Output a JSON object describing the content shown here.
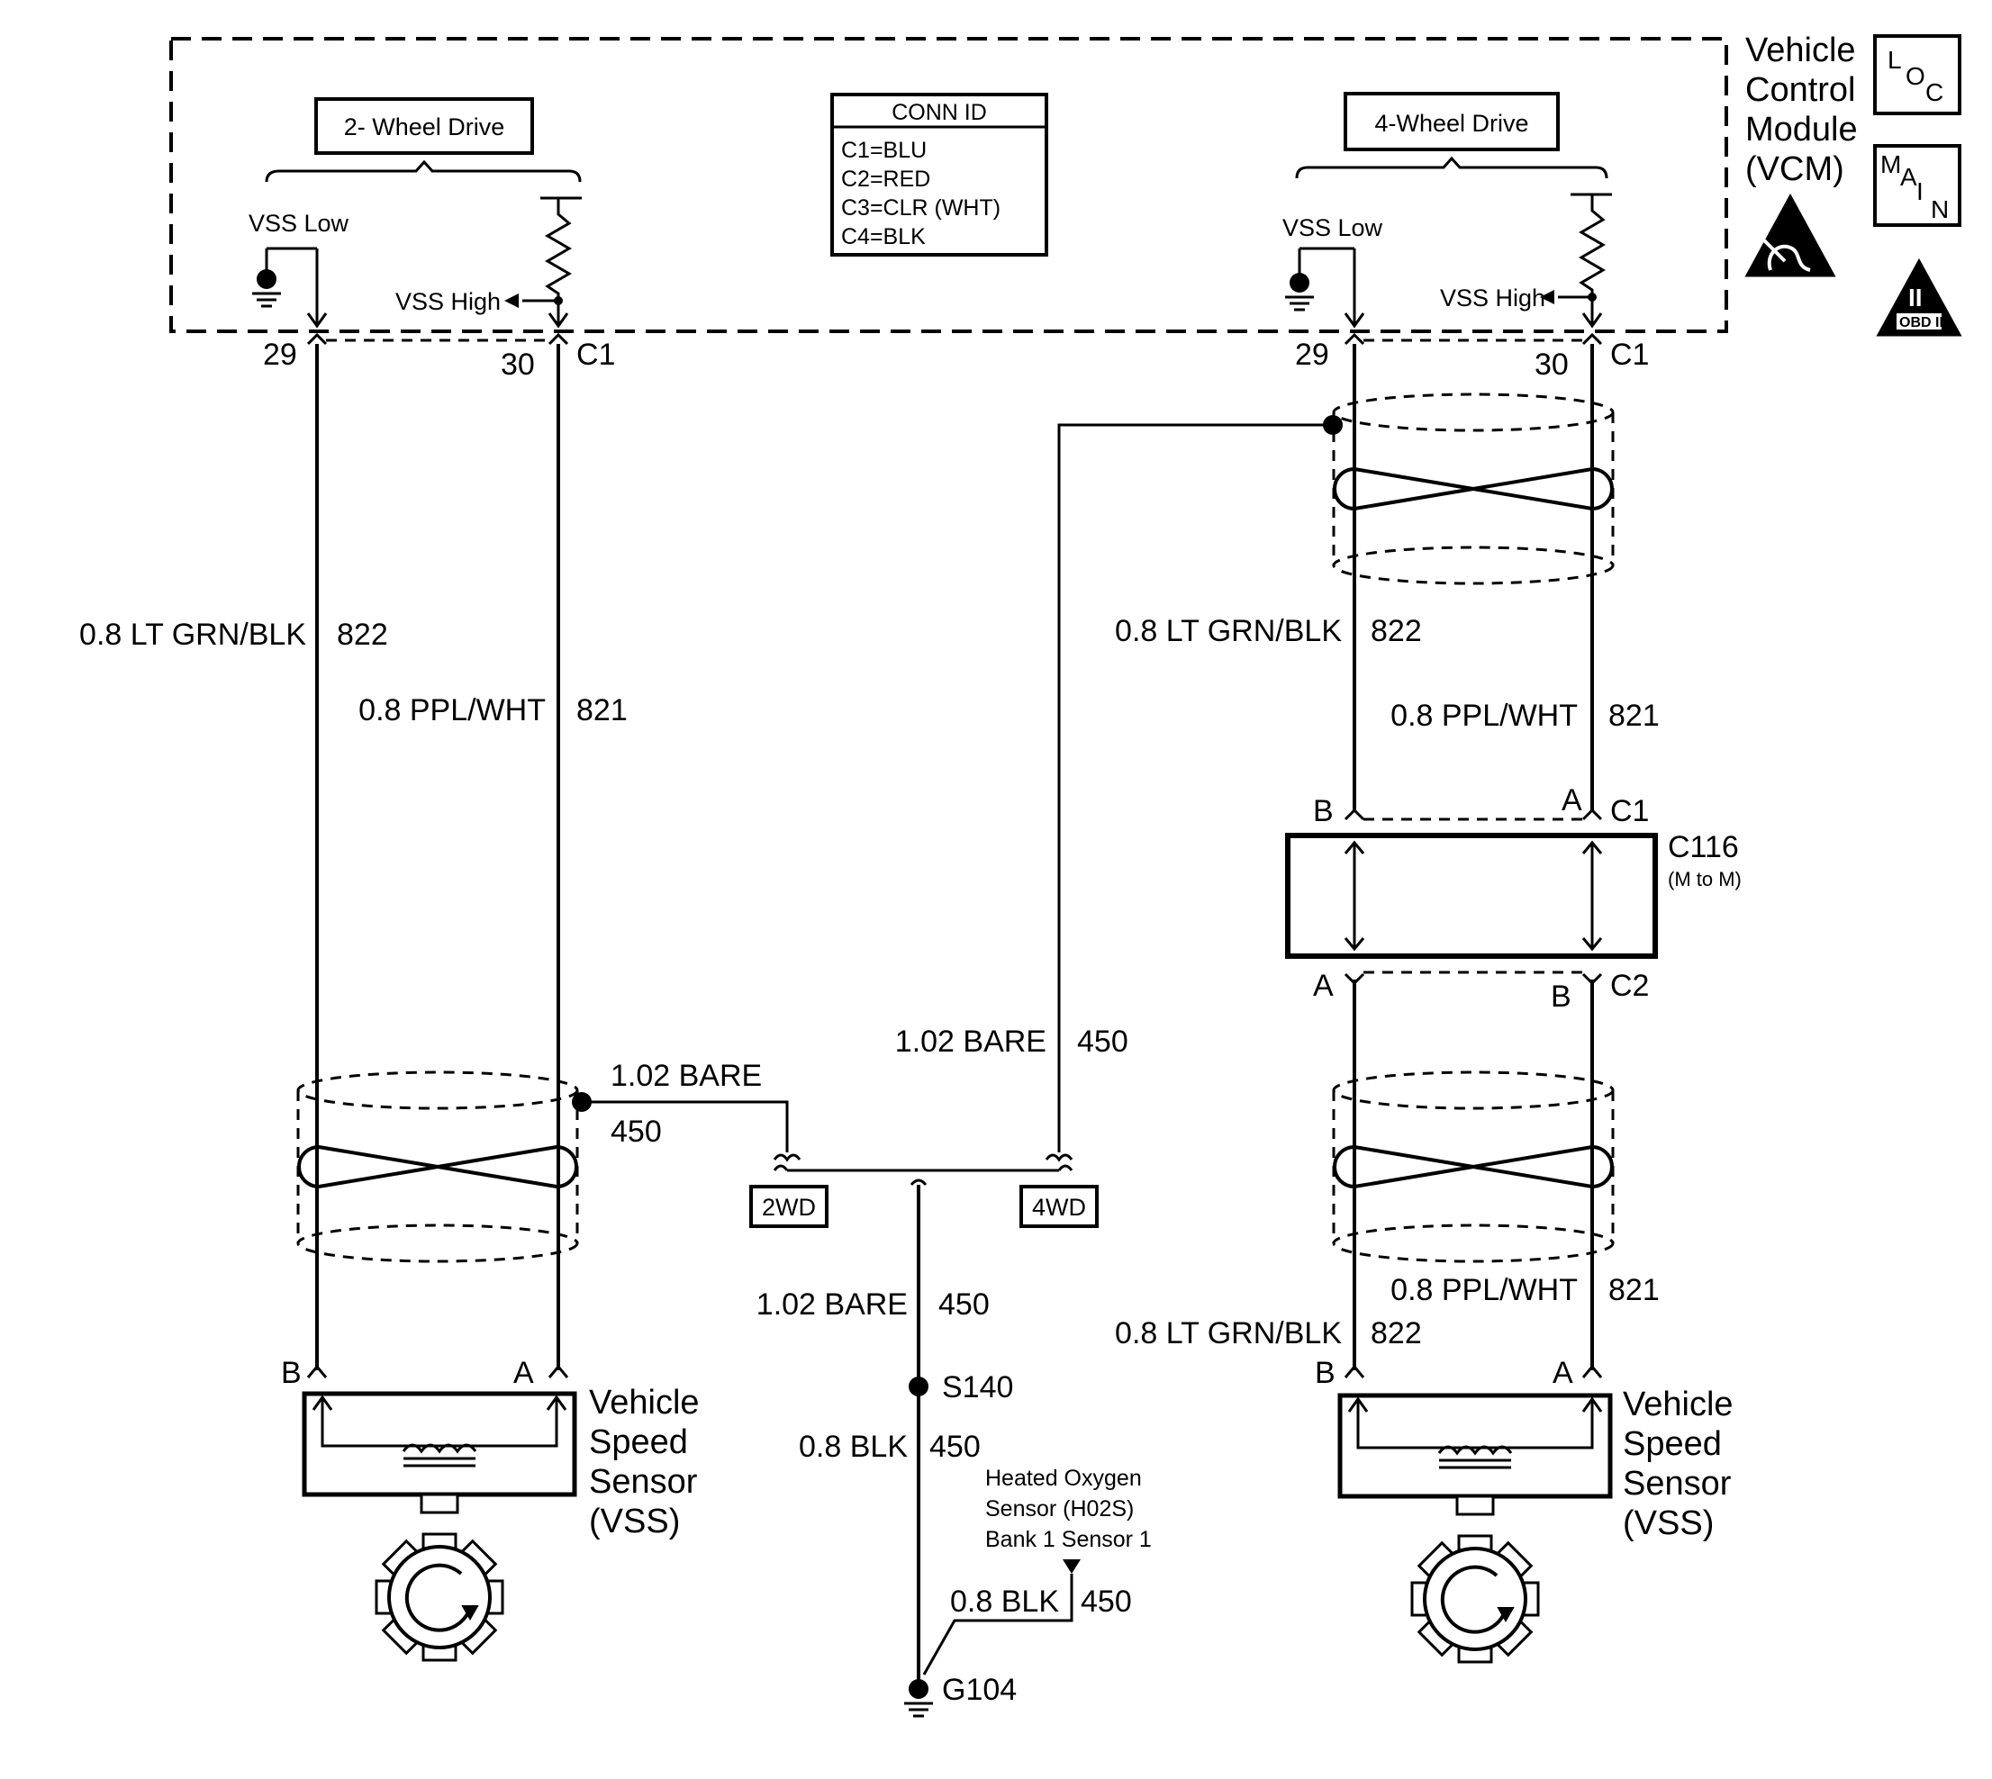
{
  "module": {
    "name_lines": [
      "Vehicle",
      "Control",
      "Module",
      "(VCM)"
    ],
    "icons": [
      "loc-icon",
      "main-icon",
      "esd-sensitive-icon",
      "obd-ii-icon"
    ],
    "loc_icon_text": [
      "L",
      "O",
      "C"
    ],
    "main_icon_text": [
      "M",
      "A",
      "I",
      "N"
    ],
    "obd_icon_text": [
      "II",
      "OBD II"
    ]
  },
  "conn_id": {
    "title": "CONN ID",
    "lines": [
      "C1=BLU",
      "C2=RED",
      "C3=CLR (WHT)",
      "C4=BLK"
    ]
  },
  "left": {
    "drive_label": "2- Wheel Drive",
    "vss_low": "VSS Low",
    "vss_high": "VSS High",
    "pin_low": "29",
    "pin_high": "30",
    "connector": "C1",
    "wire_low_color": "0.8 LT GRN/BLK",
    "wire_low_circuit": "822",
    "wire_high_color": "0.8 PPL/WHT",
    "wire_high_circuit": "821",
    "sensor_pin_b": "B",
    "sensor_pin_a": "A",
    "sensor_lines": [
      "Vehicle",
      "Speed",
      "Sensor",
      "(VSS)"
    ],
    "drain_color": "1.02 BARE",
    "drain_circuit": "450"
  },
  "right": {
    "drive_label": "4-Wheel Drive",
    "vss_low": "VSS Low",
    "vss_high": "VSS High",
    "pin_low": "29",
    "pin_high": "30",
    "connector": "C1",
    "wire_low_color": "0.8 LT GRN/BLK",
    "wire_low_circuit": "822",
    "wire_high_color": "0.8 PPL/WHT",
    "wire_high_circuit": "821",
    "c116": {
      "name": "C116",
      "subtitle": "(M to M)",
      "upper_pin_b": "B",
      "upper_pin_a": "A",
      "upper_connector": "C1",
      "lower_pin_a": "A",
      "lower_pin_b": "B",
      "lower_connector": "C2"
    },
    "lower_high_color": "0.8 PPL/WHT",
    "lower_high_circuit": "821",
    "lower_low_color": "0.8 LT GRN/BLK",
    "lower_low_circuit": "822",
    "sensor_pin_b": "B",
    "sensor_pin_a": "A",
    "sensor_lines": [
      "Vehicle",
      "Speed",
      "Sensor",
      "(VSS)"
    ],
    "drain_color": "1.02 BARE",
    "drain_circuit": "450"
  },
  "ground": {
    "option_2wd": "2WD",
    "option_4wd": "4WD",
    "trunk_color": "1.02 BARE",
    "trunk_circuit": "450",
    "splice": "S140",
    "lower_color": "0.8 BLK",
    "lower_circuit": "450",
    "ho2s_lines": [
      "Heated Oxygen",
      "Sensor (H02S)",
      "Bank 1 Sensor 1"
    ],
    "ho2s_color": "0.8 BLK",
    "ho2s_circuit": "450",
    "ground_name": "G104"
  }
}
